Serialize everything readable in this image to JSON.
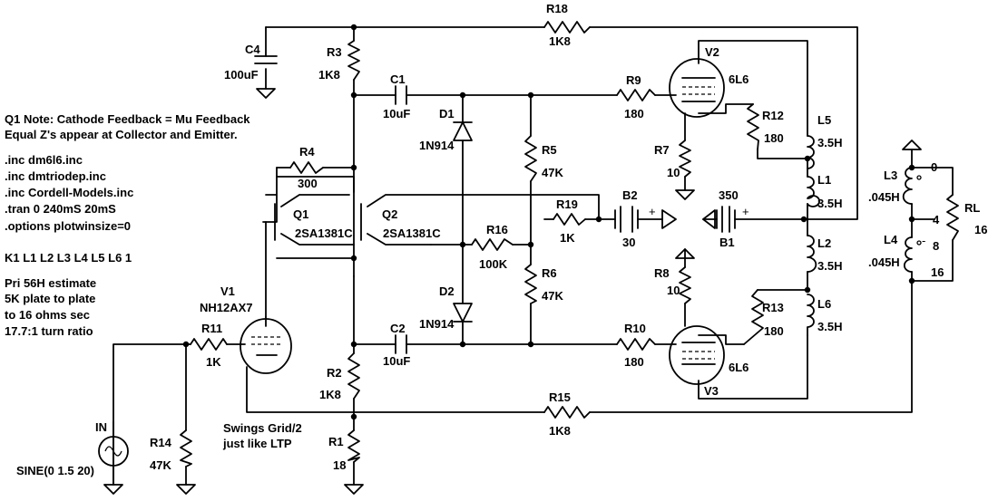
{
  "directives": {
    "note1": "Q1 Note: Cathode Feedback = Mu Feedback",
    "note2": "Equal Z's appear at Collector and Emitter.",
    "inc1": ".inc dm6l6.inc",
    "inc2": ".inc dmtriodep.inc",
    "inc3": ".inc Cordell-Models.inc",
    "tran": ".tran 0 240mS 20mS",
    "options": ".options plotwinsize=0",
    "coupling": "K1 L1 L2 L3 L4 L5 L6 1",
    "pri1": "Pri 56H estimate",
    "pri2": "5K plate to plate",
    "pri3": "to 16 ohms sec",
    "pri4": "17.7:1 turn ratio",
    "swing1": "Swings Grid/2",
    "swing2": "just like LTP"
  },
  "components": {
    "R18": {
      "name": "R18",
      "value": "1K8"
    },
    "C4": {
      "name": "C4",
      "value": "100uF"
    },
    "R3": {
      "name": "R3",
      "value": "1K8"
    },
    "C1": {
      "name": "C1",
      "value": "10uF"
    },
    "D1": {
      "name": "D1",
      "value": "1N914"
    },
    "R9": {
      "name": "R9",
      "value": "180"
    },
    "V2": {
      "name": "V2",
      "value": "6L6"
    },
    "R12": {
      "name": "R12",
      "value": "180"
    },
    "L5": {
      "name": "L5",
      "value": "3.5H"
    },
    "R5": {
      "name": "R5",
      "value": "47K"
    },
    "R7": {
      "name": "R7",
      "value": "10"
    },
    "L1": {
      "name": "L1",
      "value": "3.5H"
    },
    "R4": {
      "name": "R4",
      "value": "300"
    },
    "Q1": {
      "name": "Q1",
      "value": "2SA1381C"
    },
    "Q2": {
      "name": "Q2",
      "value": "2SA1381C"
    },
    "R19": {
      "name": "R19",
      "value": "1K"
    },
    "B2": {
      "name": "B2",
      "value": "30"
    },
    "B1": {
      "name": "B1",
      "value": "350"
    },
    "R16": {
      "name": "R16",
      "value": "100K"
    },
    "L2": {
      "name": "L2",
      "value": "3.5H"
    },
    "L3": {
      "name": "L3",
      "value": ".045H"
    },
    "L4": {
      "name": "L4",
      "value": ".045H"
    },
    "RL": {
      "name": "RL",
      "value": "16"
    },
    "R6": {
      "name": "R6",
      "value": "47K"
    },
    "R8": {
      "name": "R8",
      "value": "10"
    },
    "D2": {
      "name": "D2",
      "value": "1N914"
    },
    "R13": {
      "name": "R13",
      "value": "180"
    },
    "L6": {
      "name": "L6",
      "value": "3.5H"
    },
    "V1": {
      "name": "V1",
      "value": "NH12AX7"
    },
    "R11": {
      "name": "R11",
      "value": "1K"
    },
    "C2": {
      "name": "C2",
      "value": "10uF"
    },
    "R10": {
      "name": "R10",
      "value": "180"
    },
    "V3": {
      "name": "V3",
      "value": "6L6"
    },
    "R2": {
      "name": "R2",
      "value": "1K8"
    },
    "R15": {
      "name": "R15",
      "value": "1K8"
    },
    "IN": {
      "name": "IN",
      "value": "SINE(0 1.5 20)"
    },
    "R14": {
      "name": "R14",
      "value": "47K"
    },
    "R1": {
      "name": "R1",
      "value": "18"
    }
  },
  "taps": {
    "t0": "0",
    "t4": "4",
    "t8": "8",
    "t16": "16"
  },
  "pins": {
    "plus1": "+",
    "plus2": "+",
    "minus": "-"
  }
}
